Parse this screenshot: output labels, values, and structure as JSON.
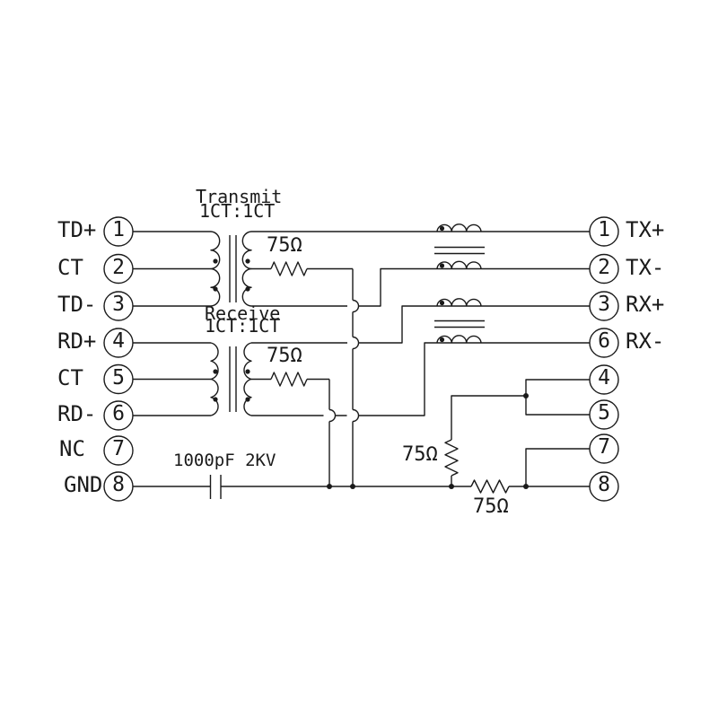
{
  "colors": {
    "background": "#ffffff",
    "line": "#1a1a1a"
  },
  "left_pins": [
    {
      "label": "TD+",
      "number": "1"
    },
    {
      "label": "CT",
      "number": "2"
    },
    {
      "label": "TD-",
      "number": "3"
    },
    {
      "label": "RD+",
      "number": "4"
    },
    {
      "label": "CT",
      "number": "5"
    },
    {
      "label": "RD-",
      "number": "6"
    },
    {
      "label": "NC",
      "number": "7"
    },
    {
      "label": "GND",
      "number": "8"
    }
  ],
  "right_pins": [
    {
      "number": "1",
      "label": "TX+"
    },
    {
      "number": "2",
      "label": "TX-"
    },
    {
      "number": "3",
      "label": "RX+"
    },
    {
      "number": "6",
      "label": "RX-"
    },
    {
      "number": "4",
      "label": ""
    },
    {
      "number": "5",
      "label": ""
    },
    {
      "number": "7",
      "label": ""
    },
    {
      "number": "8",
      "label": ""
    }
  ],
  "transformers": {
    "transmit": {
      "name": "Transmit",
      "ratio": "1CT:1CT"
    },
    "receive": {
      "name": "Receive",
      "ratio": "1CT:1CT"
    }
  },
  "components": {
    "tx_center_tap_resistor": "75Ω",
    "rx_center_tap_resistor": "75Ω",
    "pair45_resistor": "75Ω",
    "pair78_resistor": "75Ω",
    "capacitor": "1000pF 2KV"
  }
}
